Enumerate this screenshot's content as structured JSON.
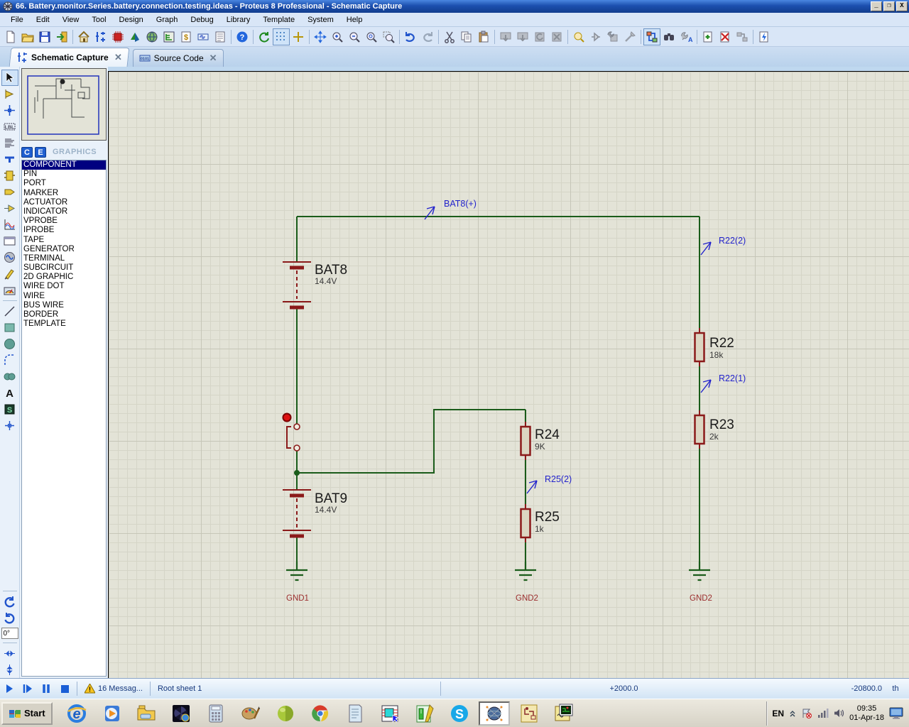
{
  "window": {
    "title": "66. Battery.monitor.Series.battery.connection.testing.ideas - Proteus 8 Professional - Schematic Capture",
    "controls": {
      "minimize": "_",
      "restore": "❐",
      "close": "X"
    }
  },
  "menu_bar": {
    "items": [
      "File",
      "Edit",
      "View",
      "Tool",
      "Design",
      "Graph",
      "Debug",
      "Library",
      "Template",
      "System",
      "Help"
    ]
  },
  "toolbar": {
    "icons": [
      "new-file",
      "open-file",
      "save-file",
      "import",
      "home",
      "schematic-capture",
      "pcb-layout",
      "3d-viewer",
      "gerber-viewer",
      "design-explorer",
      "bill-of-materials",
      "simulation-log",
      "report",
      "help",
      "redraw",
      "toggle-grid",
      "origin",
      "pan",
      "zoom-in",
      "zoom-out",
      "zoom-all",
      "zoom-area",
      "undo",
      "redo",
      "cut",
      "copy",
      "paste",
      "block-copy",
      "block-move",
      "block-rotate",
      "block-delete",
      "pick-parts",
      "make-device",
      "packaging-tool",
      "decompose",
      "wire-autorouter",
      "search-tag",
      "property-assignment",
      "new-sheet",
      "remove-sheet",
      "goto-sheet",
      "electrical-rule-check"
    ]
  },
  "tabs": [
    {
      "label": "Schematic Capture",
      "active": true
    },
    {
      "label": "Source Code",
      "active": false
    }
  ],
  "sidebar": {
    "selector_buttons": {
      "c": "C",
      "e": "E"
    },
    "selector_title": "GRAPHICS",
    "selected": "COMPONENT",
    "categories": [
      "COMPONENT",
      "PIN",
      "PORT",
      "MARKER",
      "ACTUATOR",
      "INDICATOR",
      "VPROBE",
      "IPROBE",
      "TAPE",
      "GENERATOR",
      "TERMINAL",
      "SUBCIRCUIT",
      "2D GRAPHIC",
      "WIRE DOT",
      "WIRE",
      "BUS WIRE",
      "BORDER",
      "TEMPLATE"
    ]
  },
  "left_toolbar": {
    "icons": [
      "selection-mode",
      "component-mode",
      "junction-dot-mode",
      "wire-label-mode",
      "text-script-mode",
      "buses-mode",
      "subcircuit-mode",
      "terminal-mode",
      "device-pin-mode",
      "graph-mode",
      "tape-recorder-mode",
      "generator-mode",
      "voltage-probe-mode",
      "current-probe-mode",
      "2d-line",
      "2d-box",
      "2d-circle",
      "2d-arc",
      "2d-path",
      "2d-text",
      "2d-symbol",
      "2d-marker",
      "rotate-clockwise",
      "rotate-anticlockwise",
      "flip-horizontal",
      "flip-vertical"
    ],
    "angle_value": "0°"
  },
  "schematic": {
    "components": [
      {
        "ref": "BAT8",
        "value": "14.4V",
        "type": "battery"
      },
      {
        "ref": "BAT9",
        "value": "14.4V",
        "type": "battery"
      },
      {
        "ref": "R22",
        "value": "18k",
        "type": "resistor"
      },
      {
        "ref": "R23",
        "value": "2k",
        "type": "resistor"
      },
      {
        "ref": "R24",
        "value": "9K",
        "type": "resistor"
      },
      {
        "ref": "R25",
        "value": "1k",
        "type": "resistor"
      }
    ],
    "net_labels": [
      "BAT8(+)",
      "R22(2)",
      "R22(1)",
      "R25(2)"
    ],
    "ground_labels": [
      "GND1",
      "GND2",
      "GND2"
    ],
    "colors": {
      "wire": "#1a5c1a",
      "component_outline": "#8b1a1a",
      "component_fill": "#dcd6c2",
      "net_label": "#2222cc",
      "ground_text": "#9b2d2d",
      "canvas_bg": "#e3e3d7"
    }
  },
  "status_bar": {
    "playback": [
      "play",
      "step",
      "pause",
      "stop"
    ],
    "message_text": "16 Messag...",
    "sheet_label": "Root sheet 1",
    "coordinate_x": "+2000.0",
    "coordinate_y": "-20800.0",
    "units": "th"
  },
  "taskbar": {
    "start_label": "Start",
    "apps": [
      "internet-explorer",
      "media-player",
      "file-explorer",
      "fan-utility",
      "calculator",
      "paint",
      "lime-app",
      "chrome",
      "notepad",
      "proteus-isis",
      "log-editor",
      "skype",
      "proteus-8",
      "libreoffice-draw",
      "proteus-ares"
    ],
    "tray": {
      "language": "EN",
      "time": "09:35",
      "date": "01-Apr-18"
    }
  }
}
